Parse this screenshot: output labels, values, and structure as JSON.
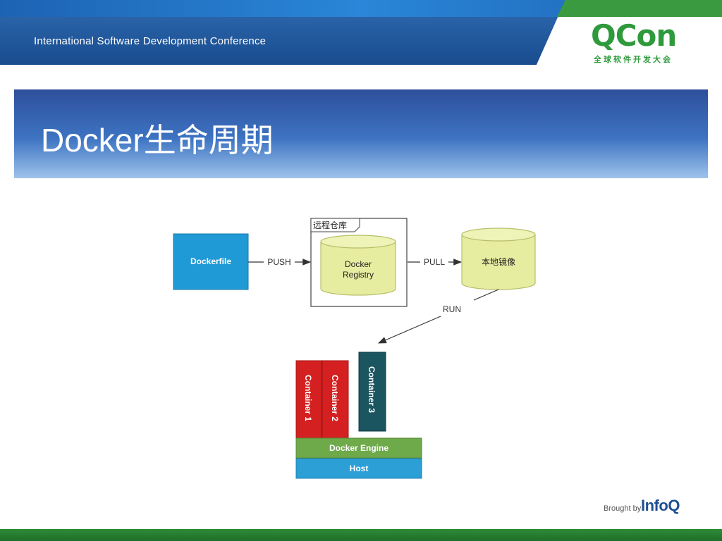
{
  "header": {
    "conference_name": "International Software Development Conference",
    "logo_name": "QCon",
    "logo_subtitle": "全球软件开发大会"
  },
  "slide": {
    "title": "Docker生命周期"
  },
  "diagram": {
    "dockerfile_label": "Dockerfile",
    "push_label": "PUSH",
    "remote_repo_label": "远程仓库",
    "registry_line1": "Docker",
    "registry_line2": "Registry",
    "pull_label": "PULL",
    "local_image_label": "本地镜像",
    "run_label": "RUN",
    "container1_label": "Container 1",
    "container2_label": "Container 2",
    "container3_label": "Container 3",
    "engine_label": "Docker Engine",
    "host_label": "Host"
  },
  "footer": {
    "brought_by": "Brought by",
    "brand": "InfoQ"
  },
  "colors": {
    "dockerfile": "#1f9ad6",
    "cylinder_fill": "#e7eda0",
    "container_red": "#d42020",
    "container_teal": "#1b5560",
    "engine_green": "#6ea94a",
    "host_blue": "#2b9fd6",
    "qcon_green": "#2f9a3c"
  }
}
